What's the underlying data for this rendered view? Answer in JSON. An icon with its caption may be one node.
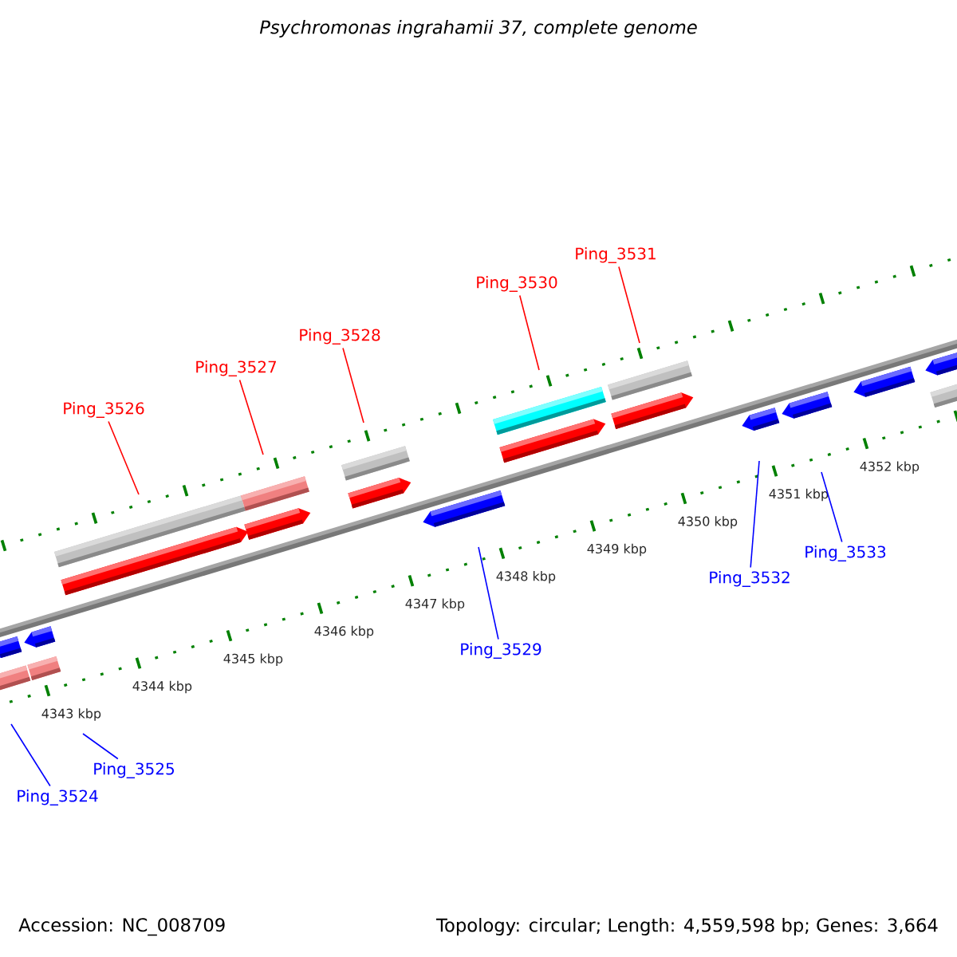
{
  "diagram": {
    "title": "Psychromonas ingrahamii 37, complete genome",
    "nodes": [
      {
        "text": [
          "Ping_3524"
        ]
      },
      {
        "text": [
          "Ping_3525"
        ]
      },
      {
        "text": [
          "Ping_3526"
        ]
      },
      {
        "text": [
          "Ping_3527"
        ]
      },
      {
        "text": [
          "Ping_3528"
        ]
      },
      {
        "text": [
          "Ping_3529"
        ]
      },
      {
        "text": [
          "Ping_3530"
        ]
      },
      {
        "text": [
          "Ping_3531"
        ]
      },
      {
        "text": [
          "Ping_3532"
        ]
      },
      {
        "text": [
          "Ping_3533"
        ]
      }
    ],
    "edges": [
      {
        "from": 0,
        "to": null,
        "arrow": "none",
        "color": "#0000ff"
      },
      {
        "from": 1,
        "to": null,
        "arrow": "none",
        "color": "#0000ff"
      },
      {
        "from": 2,
        "to": null,
        "arrow": "none",
        "color": "#ff0000"
      },
      {
        "from": 3,
        "to": null,
        "arrow": "none",
        "color": "#ff0000"
      },
      {
        "from": 4,
        "to": null,
        "arrow": "none",
        "color": "#ff0000"
      },
      {
        "from": 5,
        "to": null,
        "arrow": "none",
        "color": "#0000ff"
      },
      {
        "from": 6,
        "to": null,
        "arrow": "none",
        "color": "#ff0000"
      },
      {
        "from": 7,
        "to": null,
        "arrow": "none",
        "color": "#ff0000"
      },
      {
        "from": 8,
        "to": null,
        "arrow": "none",
        "color": "#0000ff"
      },
      {
        "from": 9,
        "to": null,
        "arrow": "none",
        "color": "#0000ff"
      }
    ],
    "labels": [
      "4343 kbp",
      "4344 kbp",
      "4345 kbp",
      "4346 kbp",
      "4347 kbp",
      "4348 kbp",
      "4349 kbp",
      "4350 kbp",
      "4351 kbp",
      "4352 kbp",
      "Accession: NC_008709",
      "Topology: circular; Length: 4,559,598 bp; Genes: 3,664"
    ]
  }
}
